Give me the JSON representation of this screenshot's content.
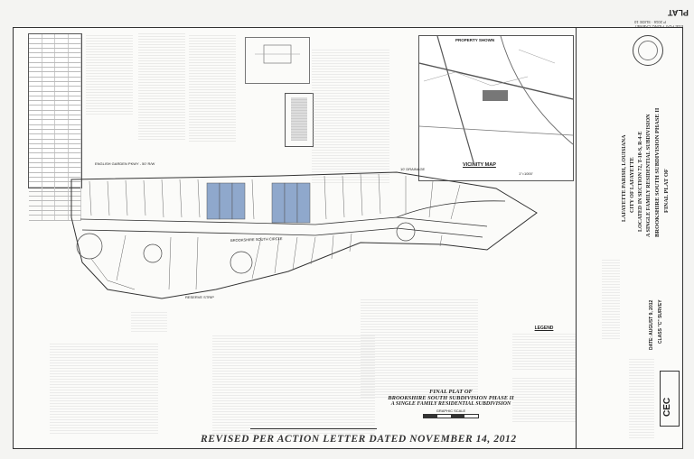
{
  "corner": {
    "plat": "PLAT",
    "cabinet": "P 2016 · SLIDE 10",
    "filing": "EGE PLAT FILING CABINET"
  },
  "vicinity": {
    "label": "PROPERTY SHOWN",
    "title": "VICINITY MAP",
    "scale": "1\"=1000'"
  },
  "title_block": {
    "line1": "FINAL PLAT OF",
    "line2": "BROOKSHIRE SOUTH SUBDIVISION PHASE II",
    "line3": "A SINGLE FAMILY RESIDENTIAL SUBDIVISION",
    "line4": "LOCATED IN SECTION 72, T-10-S, R-4-E",
    "line5": "CITY OF LAFAYETTE",
    "line6": "LAFAYETTE PARISH, LOUISIANA",
    "survey": "CLASS \"C\" SURVEY",
    "date": "DATE: AUGUST 9, 2012",
    "firm": "CEC"
  },
  "plan": {
    "header_road": "ENGLISH GARDEN PKWY - 50' R/W",
    "road_label": "BROOKSHIRE SOUTH CIRCLE",
    "drainage": "10' DRAINAGE",
    "reserve": "RESERVE STRIP"
  },
  "final_plat": {
    "line1": "FINAL PLAT OF",
    "line2": "BROOKSHIRE SOUTH SUBDIVISION PHASE II",
    "line3": "A SINGLE FAMILY RESIDENTIAL SUBDIVISION",
    "scale": "GRAPHIC SCALE"
  },
  "legend": {
    "title": "LEGEND"
  },
  "revised": "REVISED PER ACTION LETTER DATED NOVEMBER 14, 2012"
}
